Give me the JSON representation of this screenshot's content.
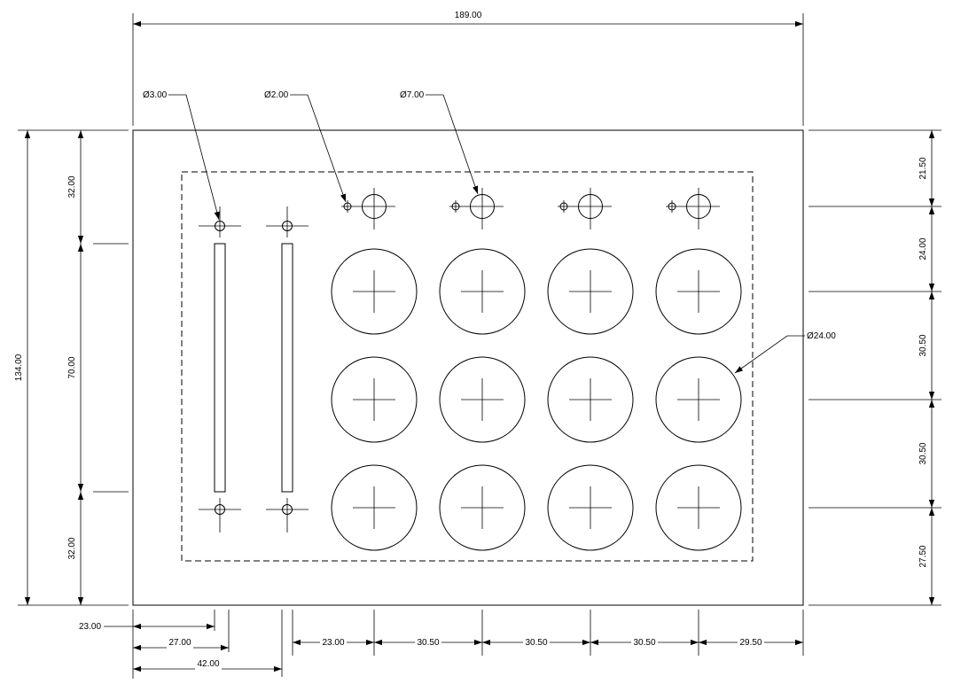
{
  "dimensions": {
    "overall_width": "189.00",
    "overall_height": "134.00",
    "left_top": "32.00",
    "left_middle": "70.00",
    "left_bottom": "32.00",
    "right_1": "21.50",
    "right_2": "24.00",
    "right_3": "30.50",
    "right_4": "30.50",
    "right_5": "27.50",
    "bottom_left_1": "23.00",
    "bottom_left_2": "27.00",
    "bottom_left_3": "42.00",
    "bottom_1": "23.00",
    "bottom_2": "30.50",
    "bottom_3": "30.50",
    "bottom_4": "30.50",
    "bottom_5": "29.50"
  },
  "callouts": {
    "d3": "Ø3.00",
    "d2": "Ø2.00",
    "d7": "Ø7.00",
    "d24": "Ø24.00"
  }
}
